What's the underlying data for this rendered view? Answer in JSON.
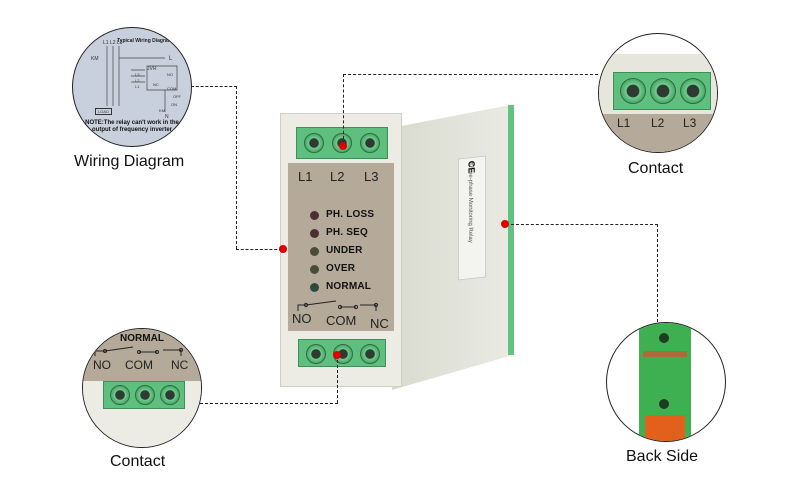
{
  "callouts": {
    "wiring_diagram": {
      "caption": "Wiring Diagram",
      "diagram_title": "Typical Wiring Diagram",
      "labels": [
        "L1 L2 L3",
        "KM",
        "JVR",
        "L3",
        "L2",
        "L1",
        "L",
        "NO",
        "NC",
        "COM",
        "OFF",
        "ON",
        "KM",
        "N",
        "LOAD"
      ],
      "note": "NOTE:The relay can't work in the output of frequency inverter"
    },
    "contact_top": {
      "caption": "Contact",
      "terminals": [
        "L1",
        "L2",
        "L3"
      ]
    },
    "contact_bottom": {
      "caption": "Contact",
      "top_label": "NORMAL",
      "terminals": [
        "NO",
        "COM",
        "NC"
      ]
    },
    "back_side": {
      "caption": "Back Side"
    }
  },
  "device": {
    "top_terminals": [
      "L1",
      "L2",
      "L3"
    ],
    "indicators": [
      {
        "label": "PH. LOSS",
        "color": "#4a2f33"
      },
      {
        "label": "PH. SEQ",
        "color": "#4a2f33"
      },
      {
        "label": "UNDER",
        "color": "#4a4d36"
      },
      {
        "label": "OVER",
        "color": "#474d38"
      },
      {
        "label": "NORMAL",
        "color": "#2f4a3c"
      }
    ],
    "bottom_terminals": [
      "NO",
      "COM",
      "NC"
    ],
    "side_label": "Three-phase Monitoring Relay",
    "side_mark": "CE"
  },
  "colors": {
    "terminal_green": "#5fbf7f",
    "panel_tan": "#b5aa9a",
    "housing": "#e6e6dc",
    "marker_red": "#e00000",
    "din_orange": "#e2601c"
  }
}
